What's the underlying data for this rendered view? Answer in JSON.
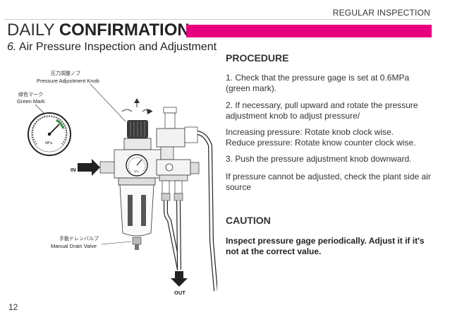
{
  "header": {
    "section": "REGULAR INSPECTION"
  },
  "title": {
    "light": "DAILY ",
    "bold": "CONFIRMATION",
    "accent_color": "#e6007e"
  },
  "subtitle": {
    "number": "6.",
    "text": " Air Pressure Inspection and Adjustment"
  },
  "diagram": {
    "label_knob_jp": "圧力調整ノブ",
    "label_knob_en": "Pressure Adjustment Knob",
    "label_green_jp": "緑色マーク",
    "label_green_en": "Green Mark",
    "label_in": "IN",
    "label_drain_jp": "手動ドレンバルブ",
    "label_drain_en": "Manual Drain Valve",
    "label_out": "OUT",
    "gauge_unit": "MPa"
  },
  "procedure": {
    "title": "PROCEDURE",
    "step1": "1. Check that the pressure gage is set at 0.6MPa (green mark).",
    "step2": "2. If necessary, pull upward and rotate the pressure adjustment knob to adjust pressure/",
    "increase": "Increasing pressure: Rotate knob clock wise.",
    "reduce": "Reduce pressure: Rotate know counter clock wise.",
    "step3": "3. Push the pressure adjustment knob downward.",
    "plant": "If pressure cannot be adjusted, check the plant side air source"
  },
  "caution": {
    "title": "CAUTION",
    "body": "Inspect pressure gage periodically. Adjust it if it's not at the correct value."
  },
  "page_number": "12"
}
